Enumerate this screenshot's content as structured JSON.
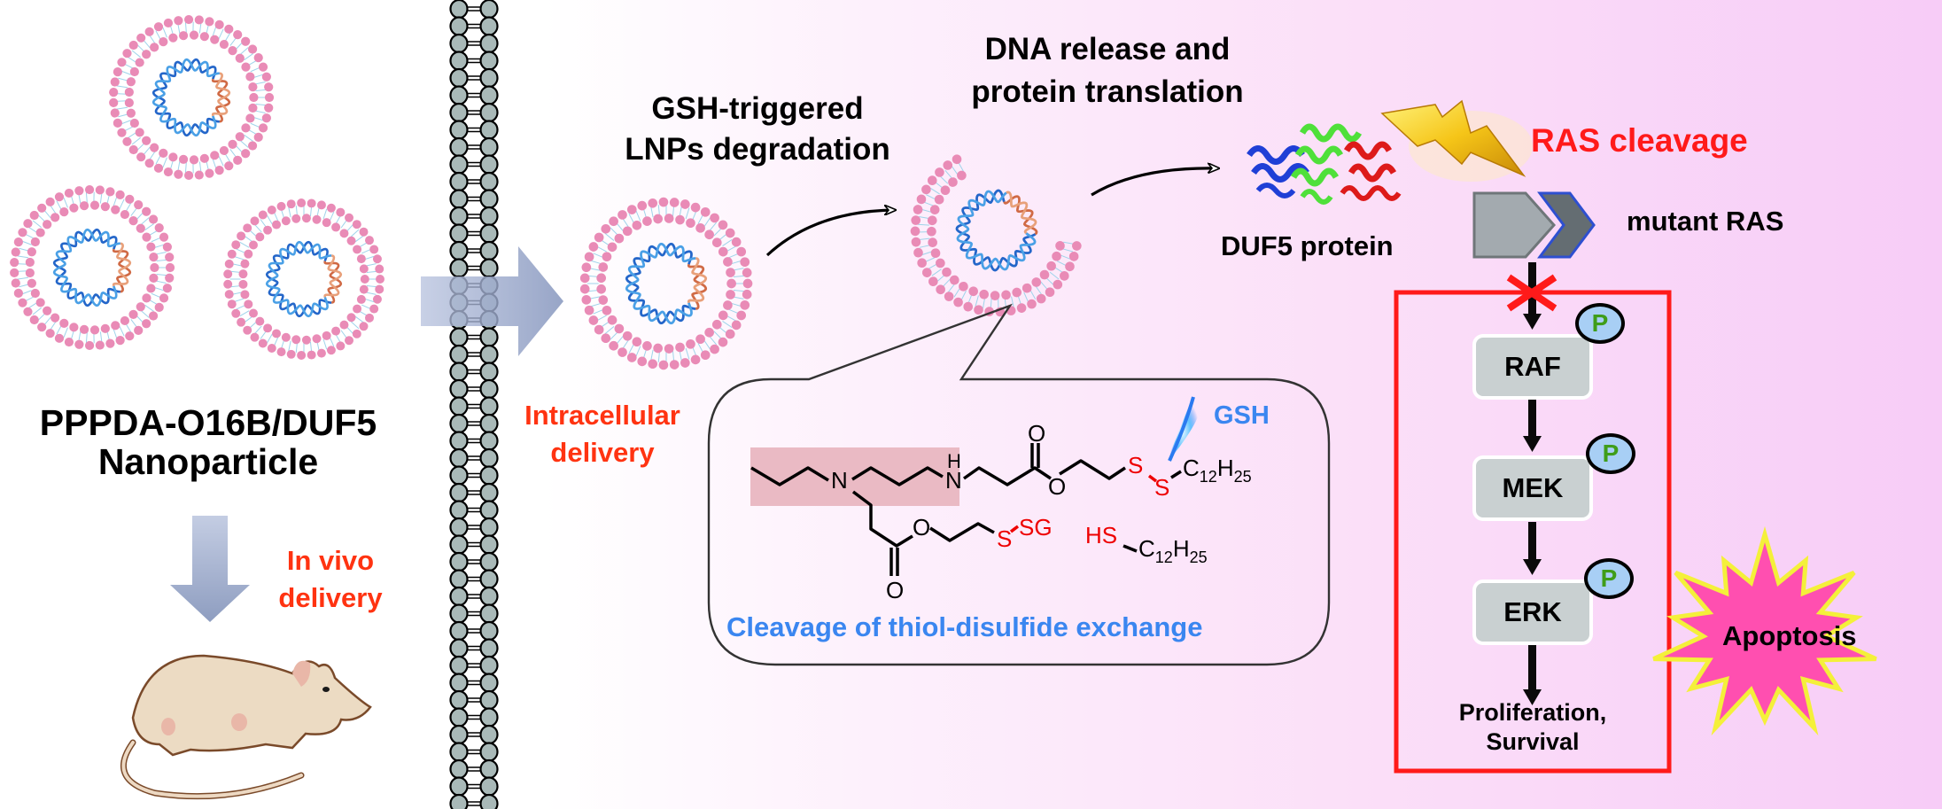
{
  "nanoparticle": {
    "title_line1": "PPPDA-O16B/DUF5",
    "title_line2": "Nanoparticle"
  },
  "in_vivo": {
    "line1": "In vivo",
    "line2": "delivery"
  },
  "intracellular": {
    "line1": "Intracellular",
    "line2": "delivery"
  },
  "degradation": {
    "line1": "GSH-triggered",
    "line2": "LNPs degradation"
  },
  "release": {
    "line1": "DNA release and",
    "line2": "protein translation"
  },
  "protein": {
    "label": "DUF5 protein"
  },
  "ras": {
    "cleavage_label": "RAS cleavage",
    "mutant_label": "mutant RAS"
  },
  "pathway": {
    "kinases": [
      {
        "name": "RAF",
        "badge": "P"
      },
      {
        "name": "MEK",
        "badge": "P"
      },
      {
        "name": "ERK",
        "badge": "P"
      }
    ],
    "outcome_line1": "Proliferation,",
    "outcome_line2": "Survival",
    "apoptosis": "Apoptosis"
  },
  "chemistry": {
    "gsh_label": "GSH",
    "caption": "Cleavage of thiol-disulfide exchange",
    "atoms": {
      "n1": "N",
      "n2_h": "H",
      "n2": "N",
      "o_carbonyl_top": "O",
      "o_ester_top": "O",
      "s1": "S",
      "s2": "S",
      "chain_top": "C",
      "chain_top_sub1": "12",
      "chain_top_h": "H",
      "chain_top_sub2": "25",
      "o_ester_bottom": "O",
      "o_carbonyl_bottom": "O",
      "s_bottom": "S",
      "sg": "SG",
      "hs": "HS",
      "chain_free": "C",
      "chain_free_sub1": "12",
      "chain_free_h": "H",
      "chain_free_sub2": "25"
    }
  },
  "colors": {
    "lipid_head": "#e98bb6",
    "lipid_tail": "#9fd3ea",
    "membrane_head": "#a9b9b8",
    "arrow_fill": "#8e9dc0",
    "red_box": "#ff1a1a",
    "apoptosis_fill": "#ff4fb0",
    "apoptosis_stroke": "#f4f03a",
    "lightning": "#f2c20d",
    "gsh_blue": "#3a86f0",
    "label_red": "#ff3311"
  }
}
